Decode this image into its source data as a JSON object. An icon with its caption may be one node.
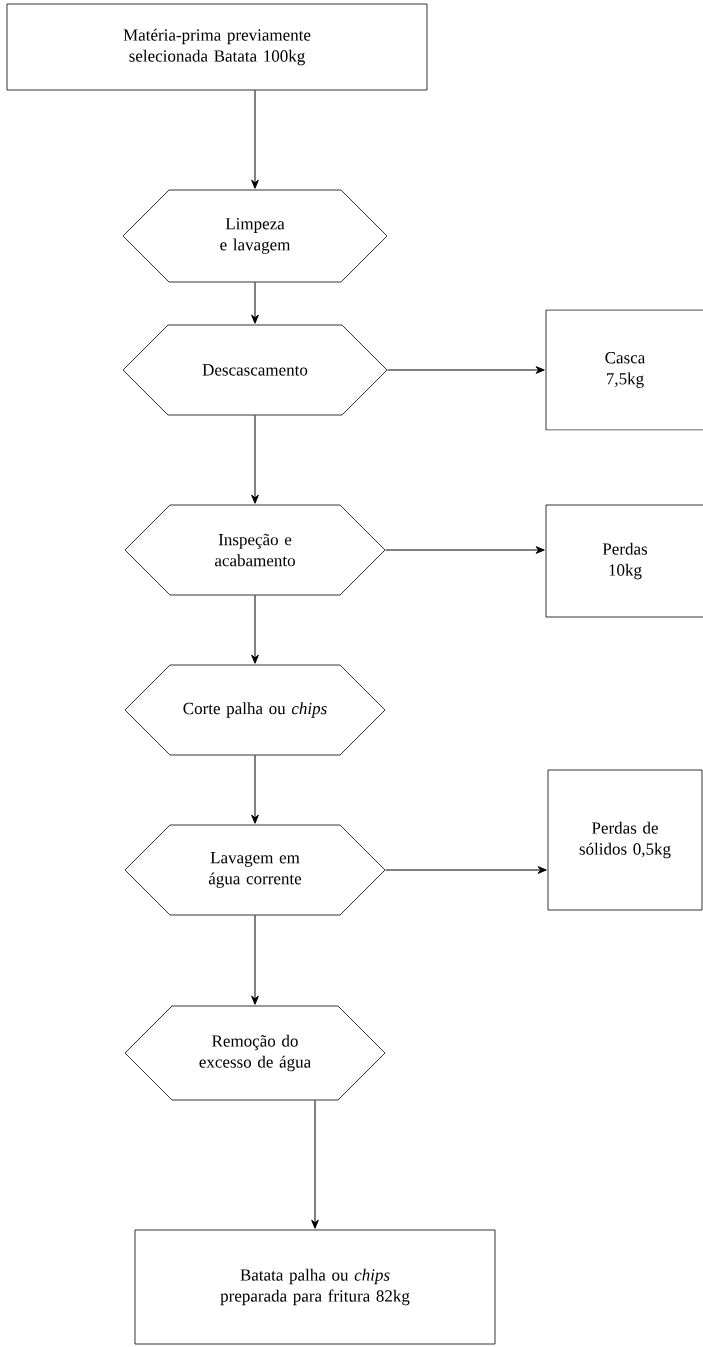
{
  "diagram": {
    "nodes": [
      {
        "text": [
          "Matéria-prima previamente selecionada Batata 100kg"
        ]
      },
      {
        "text": [
          "Limpeza e lavagem"
        ]
      },
      {
        "text": [
          "Descascamento"
        ]
      },
      {
        "text": [
          "Casca 7,5kg"
        ]
      },
      {
        "text": [
          "Inspeção e acabamento"
        ]
      },
      {
        "text": [
          "Perdas 10kg"
        ]
      },
      {
        "text": [
          "Corte palha ou *chips*"
        ]
      },
      {
        "text": [
          "Lavagem em água corrente"
        ]
      },
      {
        "text": [
          "Perdas de sólidos 0,5kg"
        ]
      },
      {
        "text": [
          "Remoção do excesso de água"
        ]
      },
      {
        "text": [
          "Batata palha ou *chips* preparada para fritura 82kg"
        ]
      }
    ],
    "edges": [
      {
        "from": 0,
        "to": 1,
        "arrow": "to"
      },
      {
        "from": 1,
        "to": 2,
        "arrow": "to"
      },
      {
        "from": 2,
        "to": 3,
        "arrow": "to"
      },
      {
        "from": 2,
        "to": 4,
        "arrow": "to"
      },
      {
        "from": 4,
        "to": 5,
        "arrow": "to"
      },
      {
        "from": 4,
        "to": 6,
        "arrow": "to"
      },
      {
        "from": 6,
        "to": 7,
        "arrow": "to"
      },
      {
        "from": 7,
        "to": 8,
        "arrow": "to"
      },
      {
        "from": 7,
        "to": 9,
        "arrow": "to"
      },
      {
        "from": 9,
        "to": 10,
        "arrow": "to"
      }
    ]
  }
}
